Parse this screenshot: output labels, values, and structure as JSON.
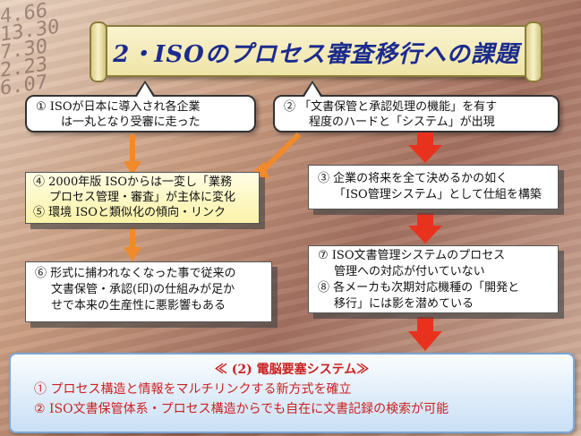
{
  "bg_numbers": [
    "4.66",
    "13.30",
    "7.30",
    "2.23",
    "6.07"
  ],
  "title": "2・ISOのプロセス審査移行への課題",
  "callout_left": [
    "① ISOが日本に導入され各企業",
    "は一丸となり受審に走った"
  ],
  "callout_right": [
    "② 「文書保管と承認処理の機能」を有す",
    "程度のハードと「システム」が出現"
  ],
  "box4": [
    "④ 2000年版 ISOからは一変し「業務",
    "プロセス管理・審査」が主体に変化",
    "⑤ 環境 ISOと類似化の傾向・リンク"
  ],
  "box3": [
    "③ 企業の将来を全て決めるかの如く",
    "「ISO管理システム」として仕組を構築"
  ],
  "box6": [
    "⑥ 形式に捕われなくなった事で従来の",
    "文書保管・承認(印)の仕組みが足か",
    "せで本来の生産性に悪影響もある"
  ],
  "box7": [
    "⑦ ISO文書管理システムのプロセス",
    "管理への対応が付いていない",
    "⑧ 各メーカも次期対応機種の「開発と",
    "移行」には影を潜めている"
  ],
  "bottom": {
    "title": "≪ (2) 電脳要塞システム≫",
    "lines": [
      "① プロセス構造と情報をマルチリンクする新方式を確立",
      "② ISO文書保管体系・プロセス構造からでも自在に文書記録の検索が可能"
    ]
  },
  "colors": {
    "title": "#1b2b8e",
    "orange_arrow": "#f08a2a",
    "red_arrow": "#e8321e",
    "bottom_text": "#cc2020"
  }
}
